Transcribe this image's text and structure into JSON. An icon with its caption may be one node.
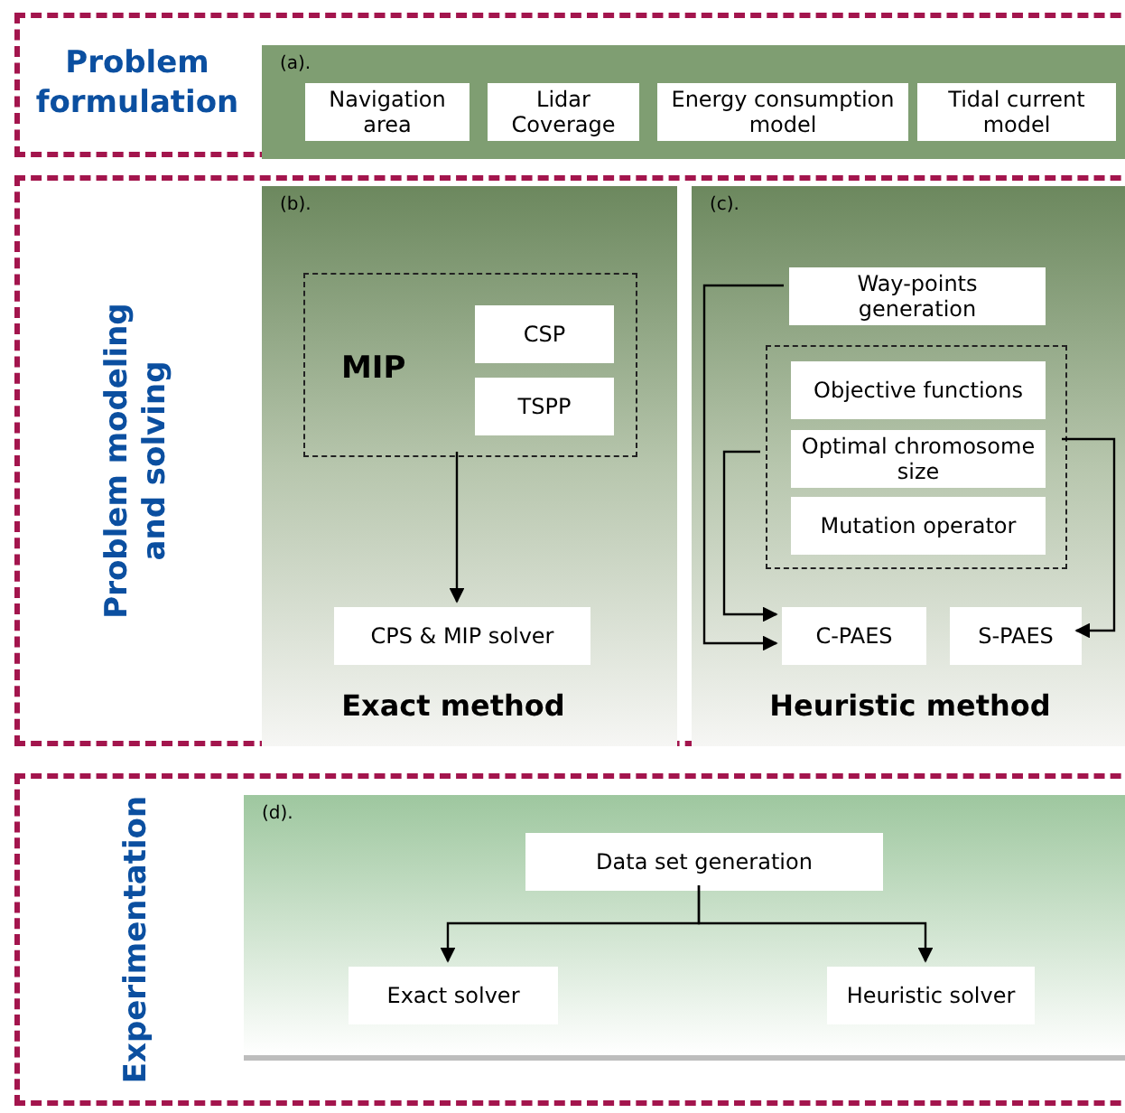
{
  "diagram": {
    "nodes": [
      {
        "text": [
          "Problem formulation"
        ]
      },
      {
        "text": [
          "(a)."
        ],
        "in": 0
      },
      {
        "text": [
          "Navigation area"
        ],
        "in": 1
      },
      {
        "text": [
          "Lidar Coverage"
        ],
        "in": 1
      },
      {
        "text": [
          "Energy consumption model"
        ],
        "in": 1
      },
      {
        "text": [
          "Tidal current model"
        ],
        "in": 1
      },
      {
        "text": [
          "Problem modeling and solving"
        ]
      },
      {
        "text": [
          "(b).",
          "Exact method"
        ],
        "in": 6
      },
      {
        "text": [
          "MIP"
        ],
        "in": 7
      },
      {
        "text": [
          "CSP"
        ],
        "in": 8
      },
      {
        "text": [
          "TSPP"
        ],
        "in": 8
      },
      {
        "text": [
          "CPS & MIP solver"
        ],
        "in": 7
      },
      {
        "text": [
          "(c).",
          "Heuristic method"
        ],
        "in": 6
      },
      {
        "text": [
          "Way-points generation"
        ],
        "in": 12
      },
      {
        "text": [],
        "shape": "box",
        "in": 12
      },
      {
        "text": [
          "Objective functions"
        ],
        "in": 14
      },
      {
        "text": [
          "Optimal chromosome size"
        ],
        "in": 14
      },
      {
        "text": [
          "Mutation operator"
        ],
        "in": 14
      },
      {
        "text": [
          "C-PAES"
        ],
        "in": 12
      },
      {
        "text": [
          "S-PAES"
        ],
        "in": 12
      },
      {
        "text": [
          "Experimentation"
        ]
      },
      {
        "text": [
          "(d)."
        ],
        "in": 20
      },
      {
        "text": [
          "Data set generation"
        ],
        "in": 21
      },
      {
        "text": [
          "Exact solver"
        ],
        "in": 21
      },
      {
        "text": [
          "Heuristic solver"
        ],
        "in": 21
      }
    ],
    "edges": [
      {
        "from": 8,
        "to": 11,
        "arrow": "to"
      },
      {
        "from": 13,
        "to": 18,
        "arrow": "to"
      },
      {
        "from": 14,
        "to": 18,
        "arrow": "to"
      },
      {
        "from": 14,
        "to": 19,
        "arrow": "to"
      },
      {
        "from": 22,
        "to": 23,
        "arrow": "to"
      },
      {
        "from": 22,
        "to": 24,
        "arrow": "to"
      }
    ]
  }
}
